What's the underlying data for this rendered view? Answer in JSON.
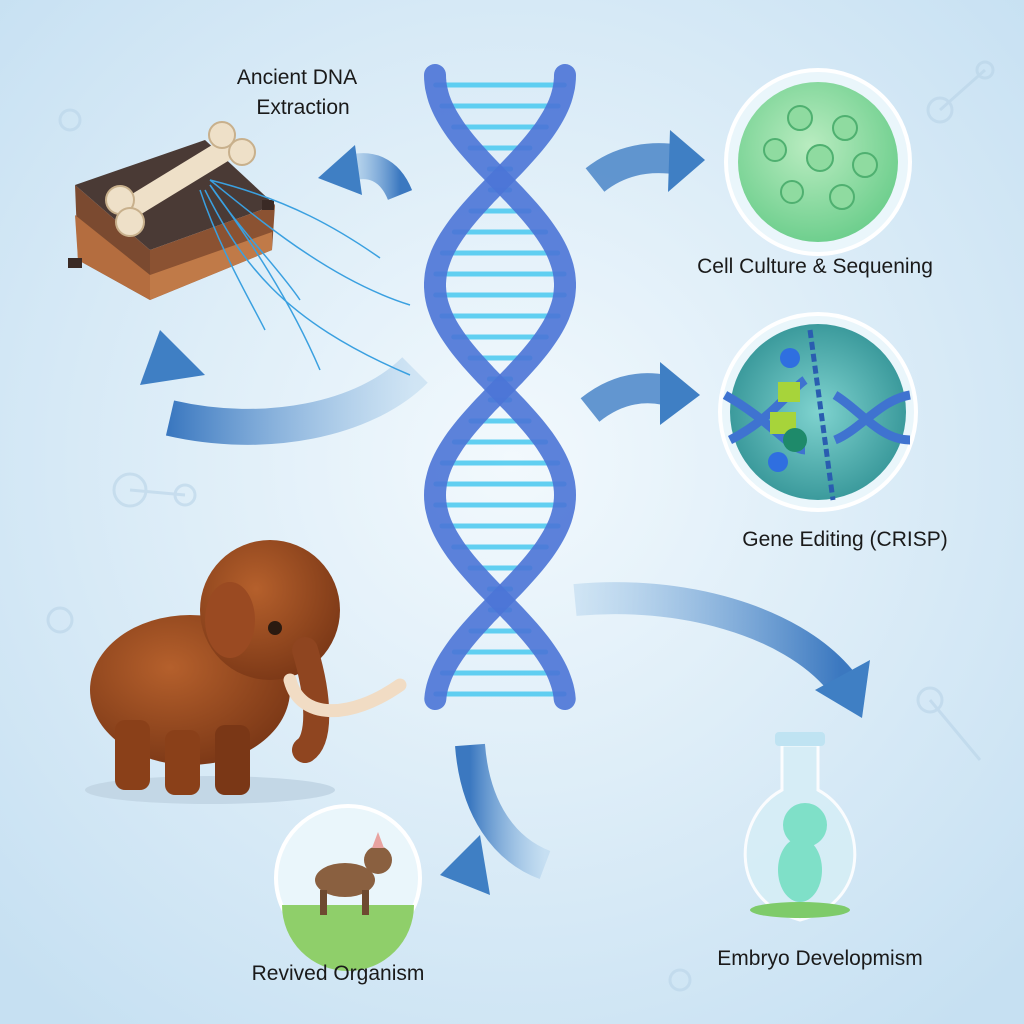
{
  "labels": {
    "extraction_line1": "Ancient DNA",
    "extraction_line2": "Extraction",
    "cell_culture": "Cell Culture & Sequening",
    "gene_editing": "Gene Editing (CRISP)",
    "embryo": "Embryo Developmism",
    "revived": "Revived Organism"
  },
  "icons": {
    "dna": "dna-helix-icon",
    "fossil": "fossil-bone-icon",
    "cell": "cell-culture-icon",
    "crispr": "gene-editing-icon",
    "flask": "embryo-flask-icon",
    "mammoth": "mammoth-icon",
    "cub": "revived-animal-icon"
  },
  "colors": {
    "arrow": "#3f7fc4",
    "helix": "#4b74d6",
    "rung": "#49c9f0",
    "background": "#e4f1fa"
  }
}
